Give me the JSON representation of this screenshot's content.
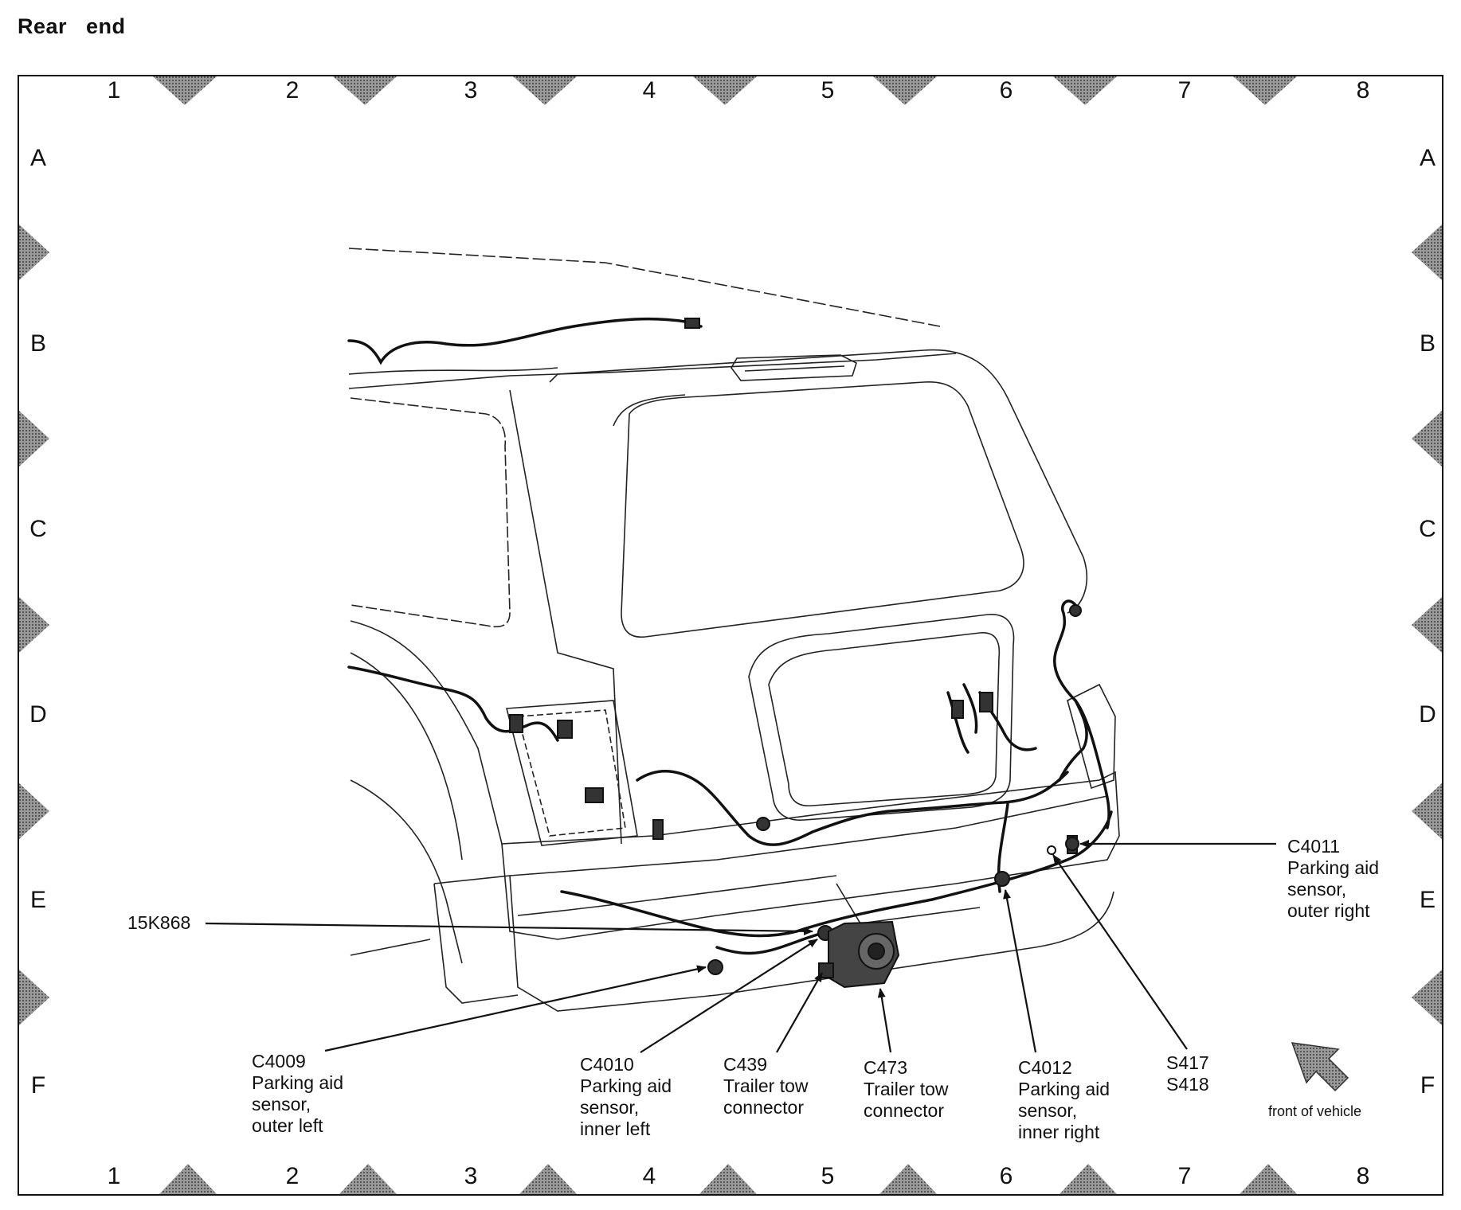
{
  "title": "Rear   end",
  "grid": {
    "columns": [
      "1",
      "2",
      "3",
      "4",
      "5",
      "6",
      "7",
      "8"
    ],
    "rows": [
      "A",
      "B",
      "C",
      "D",
      "E",
      "F"
    ]
  },
  "callouts": {
    "c4011": {
      "code": "C4011",
      "line1": "Parking aid",
      "line2": "sensor,",
      "line3": "outer right"
    },
    "k15k868": {
      "code": "15K868"
    },
    "c4009": {
      "code": "C4009",
      "line1": "Parking aid",
      "line2": "sensor,",
      "line3": "outer left"
    },
    "c4010": {
      "code": "C4010",
      "line1": "Parking aid",
      "line2": "sensor,",
      "line3": "inner left"
    },
    "c439": {
      "code": "C439",
      "line1": "Trailer tow",
      "line2": "connector"
    },
    "c473": {
      "code": "C473",
      "line1": "Trailer tow",
      "line2": "connector"
    },
    "c4012": {
      "code": "C4012",
      "line1": "Parking aid",
      "line2": "sensor,",
      "line3": "inner right"
    },
    "s417_s418": {
      "line1": "S417",
      "line2": "S418"
    }
  },
  "front_of_vehicle": "front of vehicle"
}
